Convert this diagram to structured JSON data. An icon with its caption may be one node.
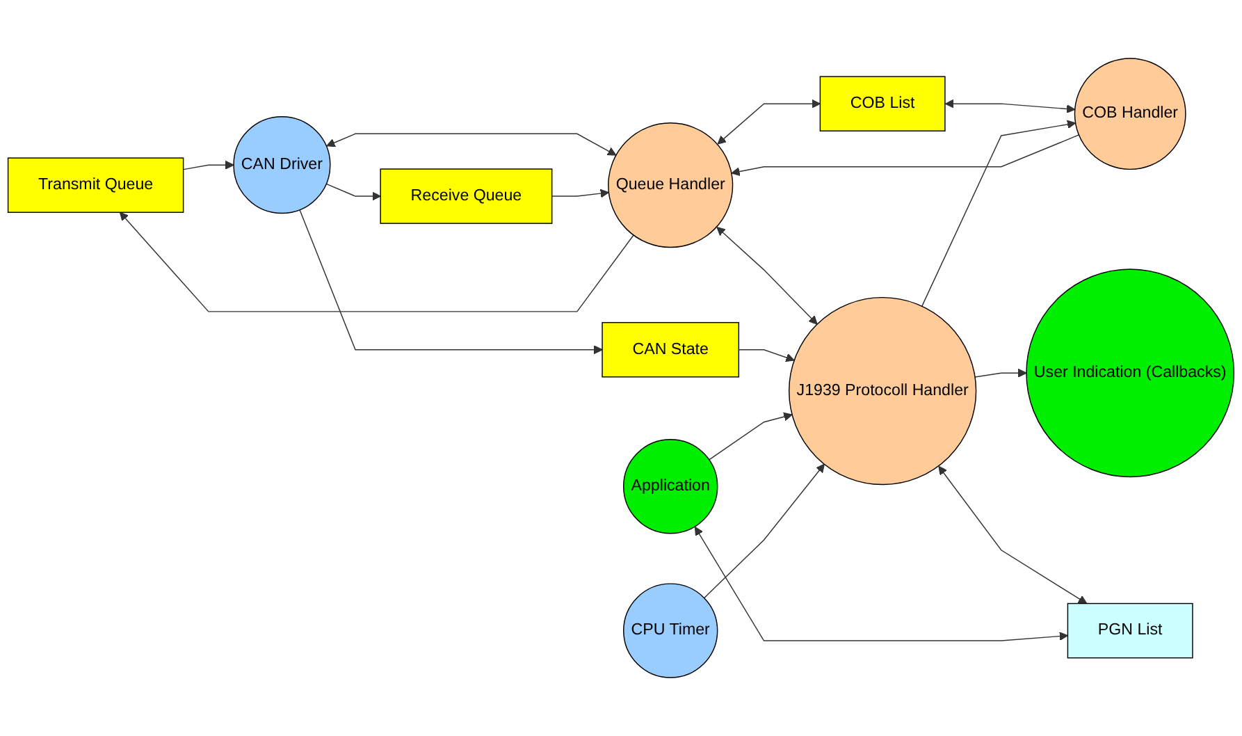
{
  "diagram": {
    "nodes": [
      {
        "text": [
          "Transmit Queue"
        ]
      },
      {
        "text": [
          "COB List"
        ]
      },
      {
        "text": [
          "Queue Handler"
        ]
      },
      {
        "text": [
          "COB Handler"
        ]
      },
      {
        "text": [
          "User Indication (Callbacks)"
        ]
      },
      {
        "text": [
          "CAN Driver"
        ]
      },
      {
        "text": [
          "Receive Queue"
        ]
      },
      {
        "text": [
          "CAN State"
        ]
      },
      {
        "text": [
          "J1939 Protocoll Handler"
        ]
      },
      {
        "text": [
          "Application"
        ]
      },
      {
        "text": [
          "CPU Timer"
        ]
      },
      {
        "text": [
          "PGN List"
        ]
      }
    ],
    "edges": [
      {
        "from": 0,
        "to": 5,
        "arrow": "to"
      },
      {
        "from": 2,
        "to": 0,
        "arrow": "to"
      },
      {
        "from": 2,
        "to": 1,
        "arrow": "both"
      },
      {
        "from": 1,
        "to": 3,
        "arrow": "both"
      },
      {
        "from": 3,
        "to": 2,
        "arrow": "to"
      },
      {
        "from": 5,
        "to": 2,
        "arrow": "both"
      },
      {
        "from": 5,
        "to": 6,
        "arrow": "to"
      },
      {
        "from": 6,
        "to": 2,
        "arrow": "to"
      },
      {
        "from": 5,
        "to": 7,
        "arrow": "to"
      },
      {
        "from": 2,
        "to": 8,
        "arrow": "both"
      },
      {
        "from": 8,
        "to": 3,
        "arrow": "to"
      },
      {
        "from": 8,
        "to": 4,
        "arrow": "to"
      },
      {
        "from": 7,
        "to": 8,
        "arrow": "to"
      },
      {
        "from": 9,
        "to": 8,
        "arrow": "to"
      },
      {
        "from": 10,
        "to": 8,
        "arrow": "to"
      },
      {
        "from": 8,
        "to": 11,
        "arrow": "both"
      },
      {
        "from": 9,
        "to": 11,
        "arrow": "both"
      }
    ]
  }
}
